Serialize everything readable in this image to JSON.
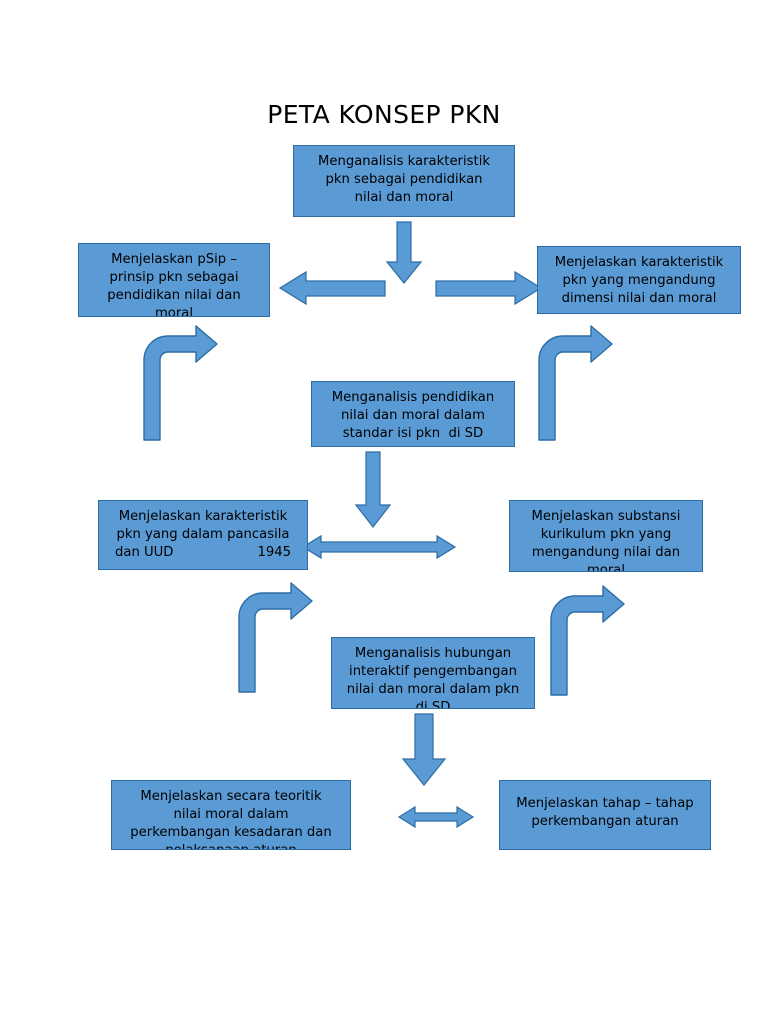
{
  "page": {
    "title": "PETA KONSEP PKN",
    "background": "#ffffff",
    "shape_fill": "#5b9bd5",
    "shape_stroke": "#2d6da4",
    "text_color": "#000000"
  },
  "boxes": {
    "top_center": {
      "name": "box-menganalisis-karakteristik-pkn",
      "lines": [
        "Menganalisis karakteristik",
        "pkn sebagai pendidikan",
        "nilai dan moral"
      ]
    },
    "top_left": {
      "name": "box-menjelaskan-prinsip-pkn",
      "lines": [
        "Menjelaskan pSip –",
        "prinsip pkn sebagai",
        "pendidikan nilai dan",
        "moral"
      ]
    },
    "top_right": {
      "name": "box-menjelaskan-karakteristik-dimensi",
      "lines": [
        "Menjelaskan karakteristik",
        "pkn yang mengandung",
        "dimensi nilai dan moral"
      ]
    },
    "mid_center": {
      "name": "box-menganalisis-pendidikan-standar-isi",
      "lines": [
        "Menganalisis pendidikan",
        "nilai dan moral dalam",
        "standar isi pkn  di SD"
      ]
    },
    "mid_left": {
      "name": "box-menjelaskan-karakteristik-pancasila",
      "lines": [
        "Menjelaskan karakteristik",
        "pkn yang dalam pancasila"
      ],
      "justified_line": {
        "left": "dan UUD",
        "right": "1945"
      }
    },
    "mid_right": {
      "name": "box-menjelaskan-substansi-kurikulum",
      "lines": [
        "Menjelaskan substansi",
        "kurikulum pkn yang",
        "mengandung nilai dan",
        "moral"
      ]
    },
    "low_center": {
      "name": "box-menganalisis-hubungan-interaktif",
      "lines": [
        "Menganalisis hubungan",
        "interaktif pengembangan",
        "nilai dan moral dalam pkn",
        "di SD"
      ]
    },
    "bottom_left": {
      "name": "box-menjelaskan-secara-teoritik",
      "lines": [
        "Menjelaskan secara teoritik",
        "nilai moral dalam",
        "perkembangan kesadaran dan",
        "pelaksanaan aturan"
      ]
    },
    "bottom_right": {
      "name": "box-menjelaskan-tahap-tahap",
      "lines": [
        "Menjelaskan tahap – tahap",
        "perkembangan aturan"
      ]
    }
  },
  "arrows": [
    {
      "name": "arrow-down-top-center",
      "kind": "down"
    },
    {
      "name": "arrow-left-to-prinsip",
      "kind": "left"
    },
    {
      "name": "arrow-right-to-dimensi",
      "kind": "right"
    },
    {
      "name": "arrow-elbow-up-right-left-upper",
      "kind": "elbow-up-right"
    },
    {
      "name": "arrow-elbow-up-right-right-upper",
      "kind": "elbow-up-right"
    },
    {
      "name": "arrow-down-mid-center",
      "kind": "down"
    },
    {
      "name": "arrow-double-horizontal-mid",
      "kind": "double-horizontal"
    },
    {
      "name": "arrow-elbow-up-right-left-lower",
      "kind": "elbow-up-right"
    },
    {
      "name": "arrow-elbow-up-right-right-lower",
      "kind": "elbow-up-right"
    },
    {
      "name": "arrow-down-low-center",
      "kind": "down"
    },
    {
      "name": "arrow-double-horizontal-bottom",
      "kind": "double-horizontal"
    }
  ]
}
